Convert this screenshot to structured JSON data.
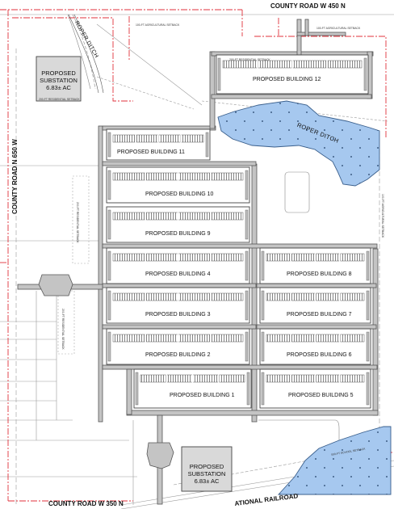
{
  "roads": {
    "north": "COUNTY ROAD W 450 N",
    "west": "COUNTY ROAD N 650 W",
    "south": "COUNTY ROAD W 350 N",
    "railroad": "ATIONAL RAILROAD"
  },
  "ditch": {
    "label_pond": "ROPER DITCH",
    "label_channel": "ROPER DITCH"
  },
  "substations": [
    {
      "title": "PROPOSED SUBSTATION",
      "area": "6.83± AC"
    },
    {
      "title": "PROPOSED SUBSTATION",
      "area": "6.83± AC"
    }
  ],
  "buildings": [
    "PROPOSED BUILDING 12",
    "PROPOSED BUILDING 11",
    "PROPOSED BUILDING 10",
    "PROPOSED BUILDING 9",
    "PROPOSED BUILDING 4",
    "PROPOSED BUILDING 8",
    "PROPOSED BUILDING 3",
    "PROPOSED BUILDING 7",
    "PROPOSED BUILDING 2",
    "PROPOSED BUILDING 6",
    "PROPOSED BUILDING 1",
    "PROPOSED BUILDING 5"
  ],
  "setbacks": {
    "agricultural_north": "100-FT AGRICULTURAL SETBACK",
    "agricultural_northeast": "100-FT AGRICULTURAL SETBACK",
    "residential_north": "200-FT RESIDENTIAL SETBACK",
    "residential_substation": "200-FT RESIDENTIAL SETBACK",
    "residential_west_1": "200-FT RESIDENTIAL SETBACK",
    "residential_west_2": "200-FT RESIDENTIAL SETBACK",
    "agricultural_east": "100-FT AGRICULTURAL SETBACK",
    "school": "500-FT SCHOOL SETBACK"
  },
  "colors": {
    "road_fill": "#c4c4c4",
    "road_edge": "#555555",
    "pond_fill": "#a6c8ef",
    "pond_edge": "#3a5f8c",
    "property_line": "#e0313b",
    "lot_line": "#888888",
    "substation_fill": "#d9d9d9"
  }
}
